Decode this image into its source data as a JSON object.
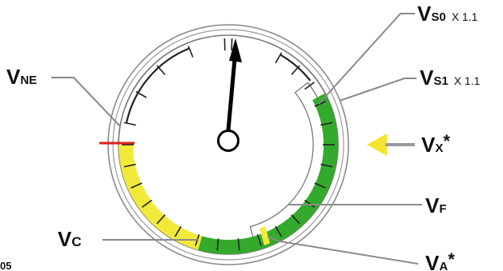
{
  "diagram": {
    "labels": {
      "vs0": {
        "main": "V",
        "sub": "S0",
        "multiplier": "X 1.1"
      },
      "vs1": {
        "main": "V",
        "sub": "S1",
        "multiplier": "X 1.1"
      },
      "vne": {
        "main": "V",
        "sub": "NE"
      },
      "vx": {
        "main": "V",
        "sub": "X",
        "mark": "*"
      },
      "vf": {
        "main": "V",
        "sub": "F"
      },
      "vc": {
        "main": "V",
        "sub": "C"
      },
      "va": {
        "main": "V",
        "sub": "A",
        "mark": "*"
      }
    },
    "page_fragment": "05"
  },
  "colors": {
    "green_arc": "#33aa2c",
    "yellow_arc": "#f2ea3a",
    "red_line": "#d9261c",
    "white_arc_outline": "#777777",
    "vx_arrow": "#f4e430",
    "bezel": "#888888",
    "needle": "#000000"
  }
}
